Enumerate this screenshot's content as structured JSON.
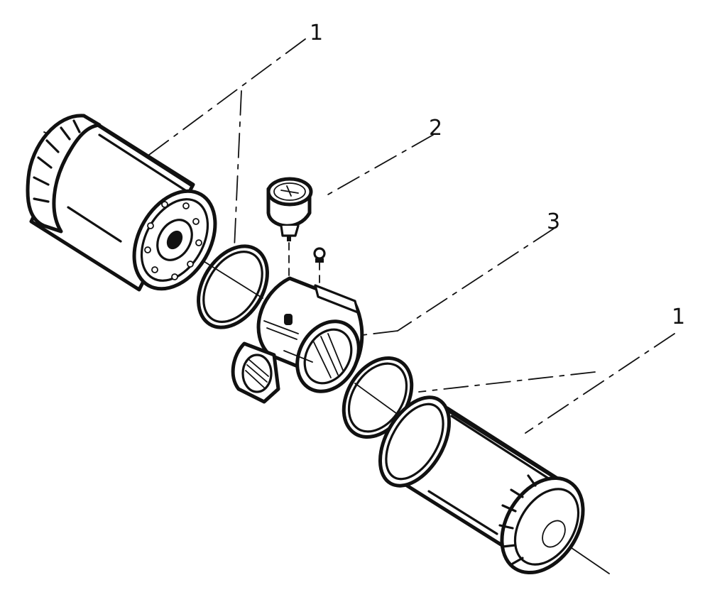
{
  "callouts": {
    "filter_top": "1",
    "gauge": "2",
    "head": "3",
    "filter_bottom": "1"
  },
  "parts": {
    "filter_top": "spin-on-filter-cartridge",
    "seal_top": "o-ring-seal",
    "gauge": "pressure-gauge",
    "plug": "blanking-plug",
    "head": "filter-head",
    "seal_bottom": "o-ring-seal",
    "filter_bottom": "spin-on-filter-cartridge"
  },
  "colors": {
    "ink": "#111111",
    "paper": "#ffffff"
  }
}
